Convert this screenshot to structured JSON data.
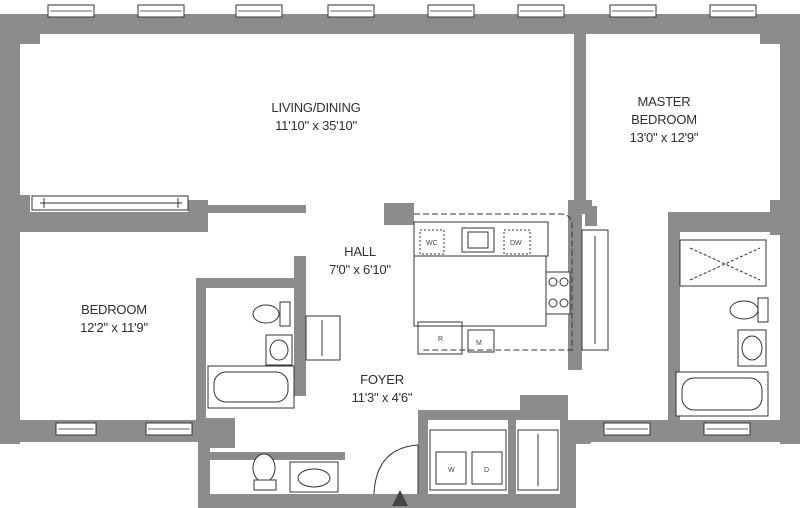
{
  "rooms": {
    "living_dining": {
      "name": "LIVING/DINING",
      "size": "11'10\" x 35'10\""
    },
    "master_bedroom": {
      "name_line1": "MASTER",
      "name_line2": "BEDROOM",
      "size": "13'0\" x 12'9\""
    },
    "hall": {
      "name": "HALL",
      "size": "7'0\" x 6'10\""
    },
    "bedroom": {
      "name": "BEDROOM",
      "size": "12'2\" x 11'9\""
    },
    "foyer": {
      "name": "FOYER",
      "size": "11'3\" x 4'6\""
    }
  },
  "fixtures": {
    "wc": "WC",
    "dw": "DW",
    "r": "R",
    "m": "M",
    "w": "W",
    "d": "D"
  },
  "colors": {
    "wall": "#8c8c8c",
    "fixture_stroke": "#333333",
    "background": "#ffffff"
  }
}
